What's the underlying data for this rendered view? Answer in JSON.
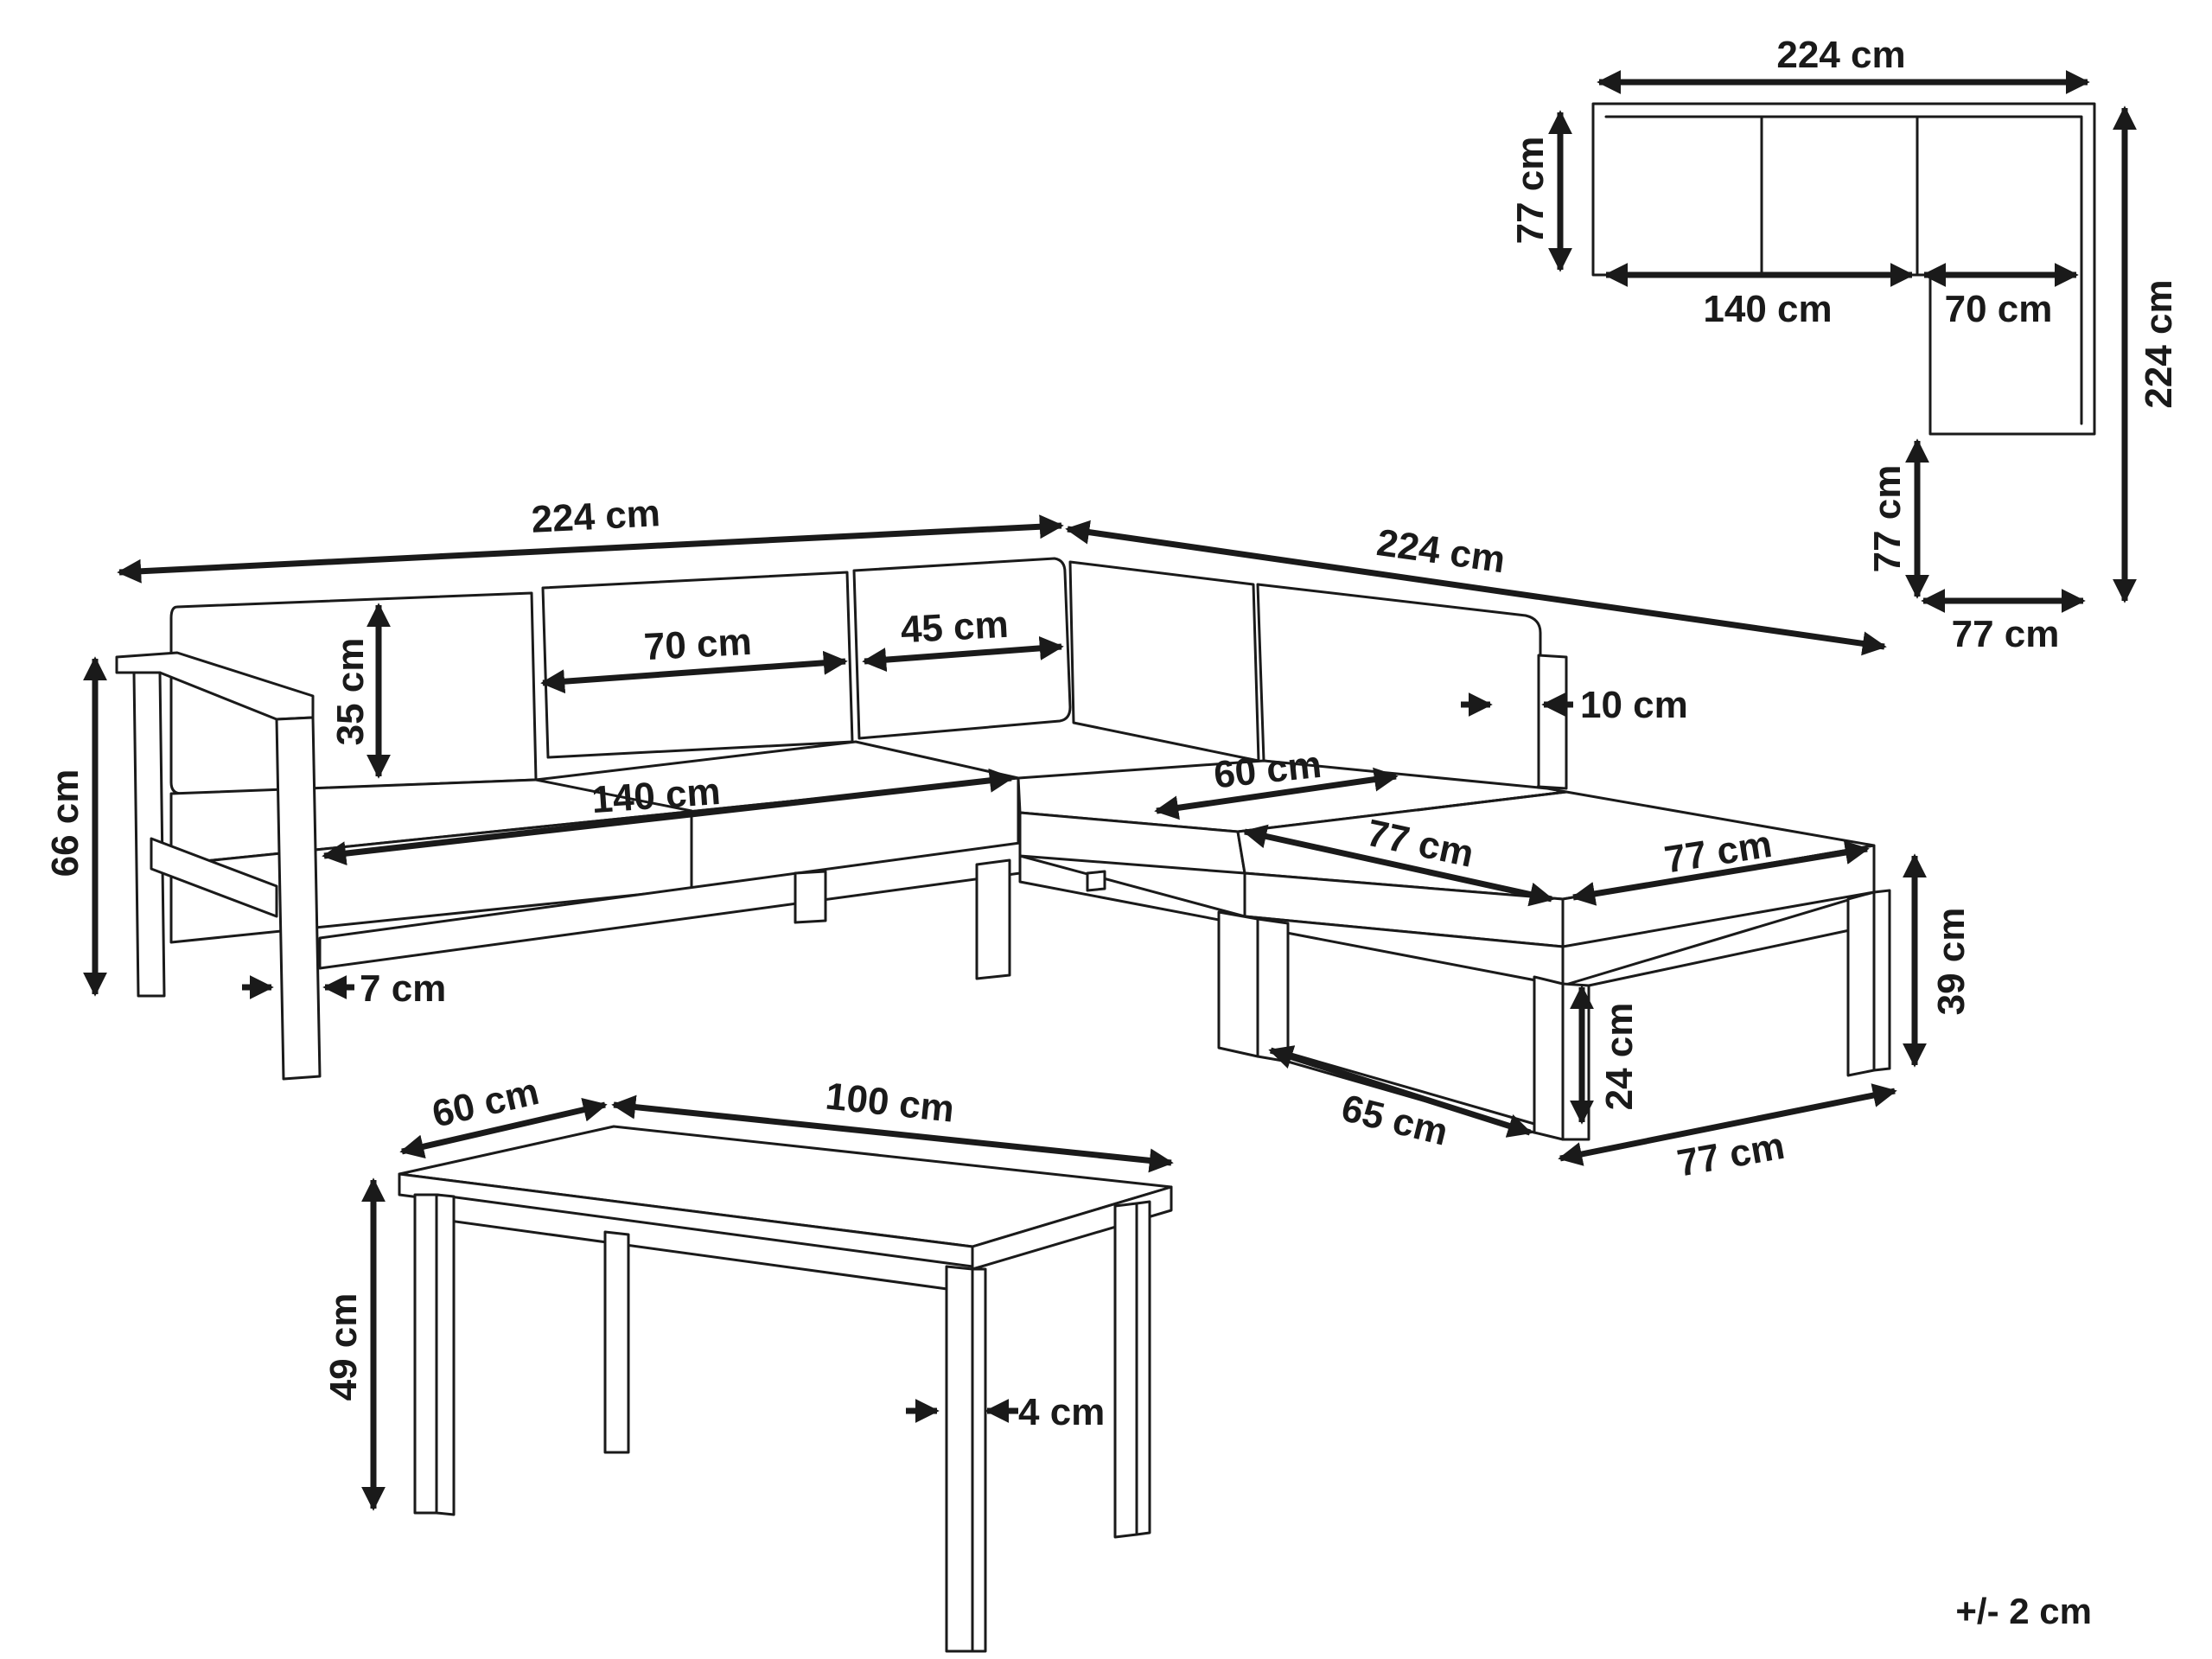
{
  "labels": {
    "top_width": "224 cm",
    "top_depth_left": "77 cm",
    "top_seat_140": "140 cm",
    "top_seat_70": "70 cm",
    "top_height_right": "224 cm",
    "top_chaise_depth": "77 cm",
    "top_chaise_width": "77 cm",
    "sofa_width_left": "224 cm",
    "sofa_width_right": "224 cm",
    "back_height": "35 cm",
    "back_cushion_70": "70 cm",
    "back_cushion_45": "45 cm",
    "arm_thickness": "10 cm",
    "sofa_height": "66 cm",
    "seat_length_140": "140 cm",
    "seat_depth_60": "60 cm",
    "ottoman_width_77a": "77 cm",
    "ottoman_width_77b": "77 cm",
    "leg_width_7": "7 cm",
    "ottoman_height_39": "39 cm",
    "ottoman_clearance_24": "24 cm",
    "ottoman_depth_65": "65 cm",
    "ottoman_bottom_77": "77 cm",
    "table_depth_60": "60 cm",
    "table_length_100": "100 cm",
    "table_height_49": "49 cm",
    "table_leg_4": "4 cm",
    "tolerance": "+/- 2 cm"
  },
  "colors": {
    "line": "#1a1a1a",
    "background": "#ffffff"
  }
}
